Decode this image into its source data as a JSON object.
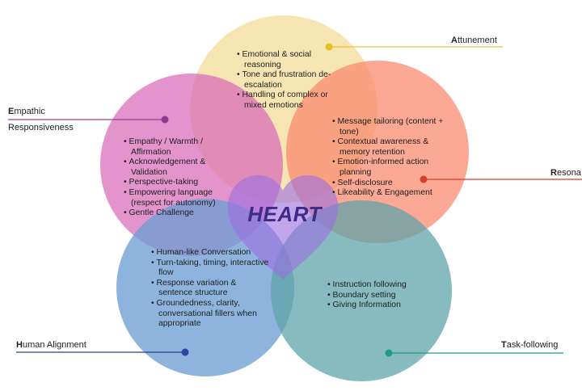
{
  "title": "HEART",
  "colors": {
    "attunement": "#f1d583",
    "resonance": "#f98a6e",
    "empathic": "#d866b8",
    "human": "#6e9fd4",
    "task": "#5ea3a8",
    "heart": "#9b6fe0"
  },
  "sections": {
    "attunement": {
      "label_initial": "A",
      "label_rest": "ttunement",
      "bullets": [
        "Emotional & social reasoning",
        "Tone and frustration de-escalation",
        "Handling of complex or mixed emotions"
      ]
    },
    "resonance": {
      "label_initial": "R",
      "label_rest": "esona",
      "bullets": [
        "Message tailoring (content + tone)",
        "Contextual awareness & memory retention",
        "Emotion-informed action planning",
        "Self-disclosure",
        "Likeability & Engagement"
      ]
    },
    "empathic": {
      "label_initial": "E",
      "label_rest": "mpathic",
      "label_line2": "Responsiveness",
      "bullets": [
        "Empathy / Warmth / Affirmation",
        "Acknowledgement & Validation",
        "Perspective-taking",
        "Empowering language (respect for autonomy)",
        "Gentle Challenge"
      ]
    },
    "human": {
      "label_initial": "H",
      "label_rest": "uman Alignment",
      "bullets": [
        "Human-like Conversation",
        "Turn-taking, timing, interactive flow",
        "Response variation & sentence structure",
        "Groundedness, clarity, conversational fillers when appropriate"
      ]
    },
    "task": {
      "label_initial": "T",
      "label_rest": "ask-following",
      "bullets": [
        "Instruction following",
        "Boundary setting",
        "Giving Information"
      ]
    }
  }
}
